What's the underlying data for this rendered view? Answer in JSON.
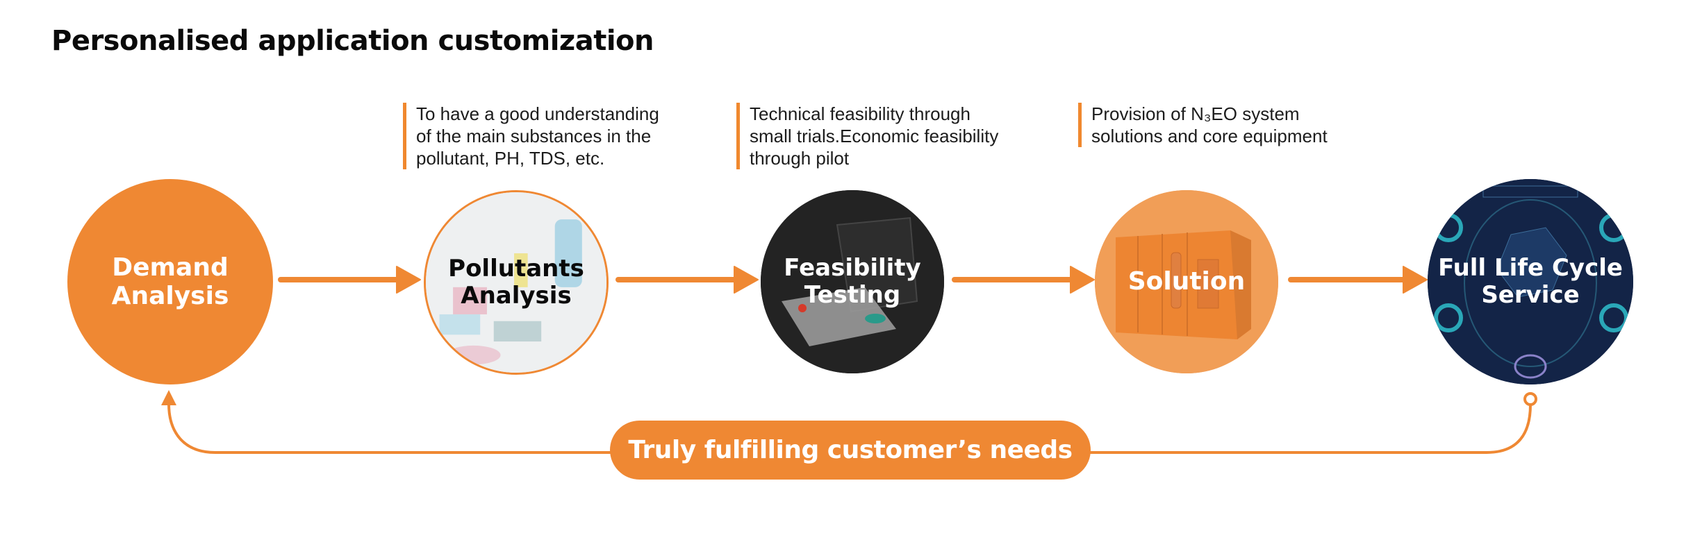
{
  "title": "Personalised application customization",
  "colors": {
    "accent": "#ef8833",
    "accent_light": "#f19e57",
    "dark": "#222222",
    "navy": "#14254a"
  },
  "descriptions": [
    {
      "lines": [
        "To have a good understanding",
        "of the main substances in the",
        "pollutant, PH, TDS, etc."
      ]
    },
    {
      "lines": [
        "Technical feasibility through",
        "small trials.Economic feasibility",
        "through pilot"
      ]
    },
    {
      "lines": [
        "Provision of N₃EO system",
        "solutions and core equipment"
      ]
    }
  ],
  "steps": [
    {
      "lines": [
        "Demand",
        "Analysis"
      ]
    },
    {
      "lines": [
        "Pollutants",
        "Analysis"
      ]
    },
    {
      "lines": [
        "Feasibility",
        "Testing"
      ]
    },
    {
      "lines": [
        "Solution"
      ]
    },
    {
      "lines": [
        "Full Life Cycle",
        "Service"
      ]
    }
  ],
  "loop_label": "Truly fulfilling customer’s needs"
}
